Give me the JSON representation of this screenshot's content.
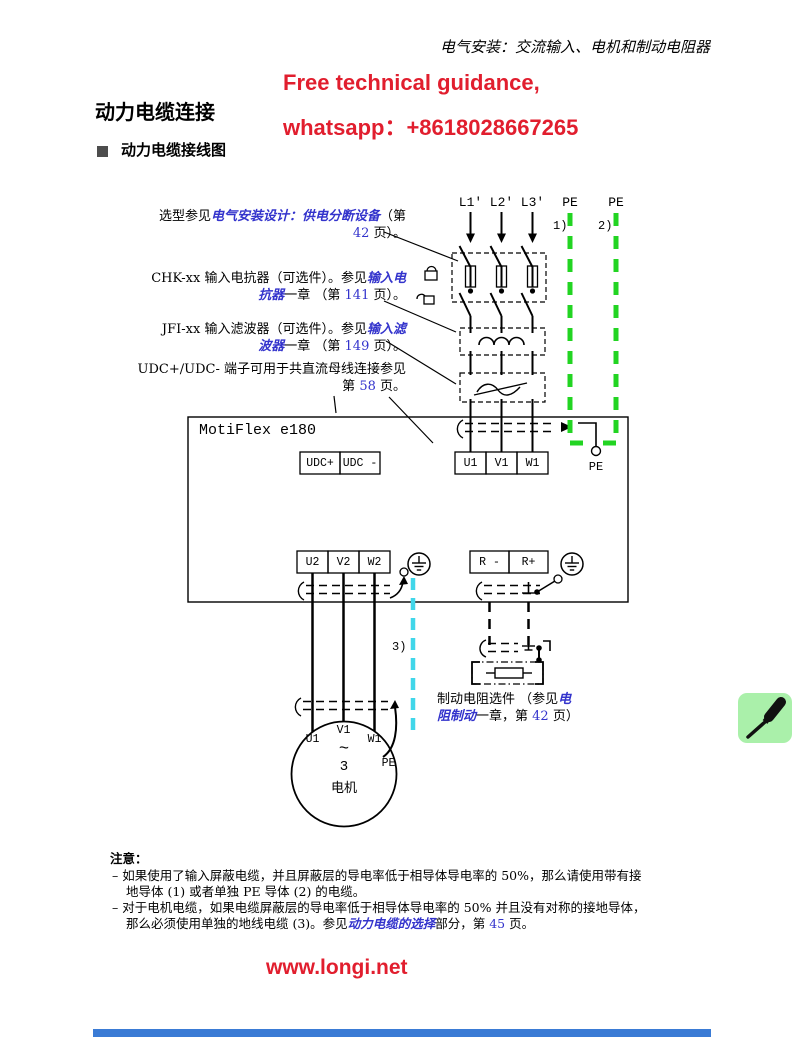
{
  "page": {
    "running_header": "电气安装：交流输入、电机和制动电阻器",
    "promo_line1": "Free technical guidance,",
    "promo_line2": "whatsapp：+8618028667265",
    "title": "动力电缆连接",
    "section_heading": "动力电缆接线图",
    "footer_url": "www.longi.net"
  },
  "colors": {
    "link_blue": "#3333cc",
    "promo_red": "#e11e2e",
    "pe_green": "#22d422",
    "shield_cyan": "#41d6e9",
    "footer_bar_blue": "#3a7bd5",
    "tool_badge_green": "#aaf0aa"
  },
  "callouts": {
    "c1": {
      "pre": "选型参见",
      "link": "电气安装设计：供电分断设备",
      "post": "（第",
      "page": "42",
      "tail": " 页）。"
    },
    "c2": {
      "pre": "CHK-xx 输入电抗器（可选件）。参见",
      "link_part1": "输入电",
      "link_part2": "抗器",
      "mid": "一章 （第 ",
      "page": "141",
      "tail": " 页）。"
    },
    "c3": {
      "pre": "JFI-xx 输入滤波器（可选件）。参见",
      "link_part1": "输入滤",
      "link_part2": "波器",
      "mid": "一章 （第 ",
      "page": "149",
      "tail": " 页）。"
    },
    "c4": {
      "line1": "UDC+/UDC- 端子可用于共直流母线连接参见",
      "pre2": "第 ",
      "page": "58",
      "tail": " 页。"
    },
    "brake": {
      "pre": "制动电阻选件 （参见",
      "link_part1": "电",
      "link_part2": "阻制动",
      "mid": "一章，第 ",
      "page": "42",
      "tail": " 页）"
    }
  },
  "diagram": {
    "phase_label_1": "L1'",
    "phase_label_2": "L2'",
    "phase_label_3": "L3'",
    "pe_label_1": "PE",
    "pe_label_2": "PE",
    "footnote_1": "1)",
    "footnote_2": "2)",
    "footnote_3": "3)",
    "drive_name": "MotiFlex e180",
    "pe_mid": "PE",
    "terminals": {
      "udc_plus": "UDC+",
      "udc_minus": "UDC -",
      "u1": "U1",
      "v1": "V1",
      "w1": "W1",
      "u2": "U2",
      "v2": "V2",
      "w2": "W2",
      "r_minus": "R -",
      "r_plus": "R+"
    },
    "motor": {
      "u1": "U1",
      "v1": "V1",
      "w1": "W1",
      "tilde": "~",
      "phases": "3",
      "name": "电机",
      "pe": "PE"
    }
  },
  "notes": {
    "heading": "注意：",
    "n1a": "–  如果使用了输入屏蔽电缆，并且屏蔽层的导电率低于相导体导电率的 50%，那么请使用带有接",
    "n1b": "地导体 (1) 或者单独 PE 导体 (2) 的电缆。",
    "n2a": "–  对于电机电缆，如果电缆屏蔽层的导电率低于相导体导电率的 50% 并且没有对称的接地导体，",
    "n2b_pre": "那么必须使用单独的地线电缆 (3)。参见",
    "n2b_link": "动力电缆的选择",
    "n2b_mid": "部分，第 ",
    "n2b_page": "45",
    "n2b_tail": " 页。"
  }
}
